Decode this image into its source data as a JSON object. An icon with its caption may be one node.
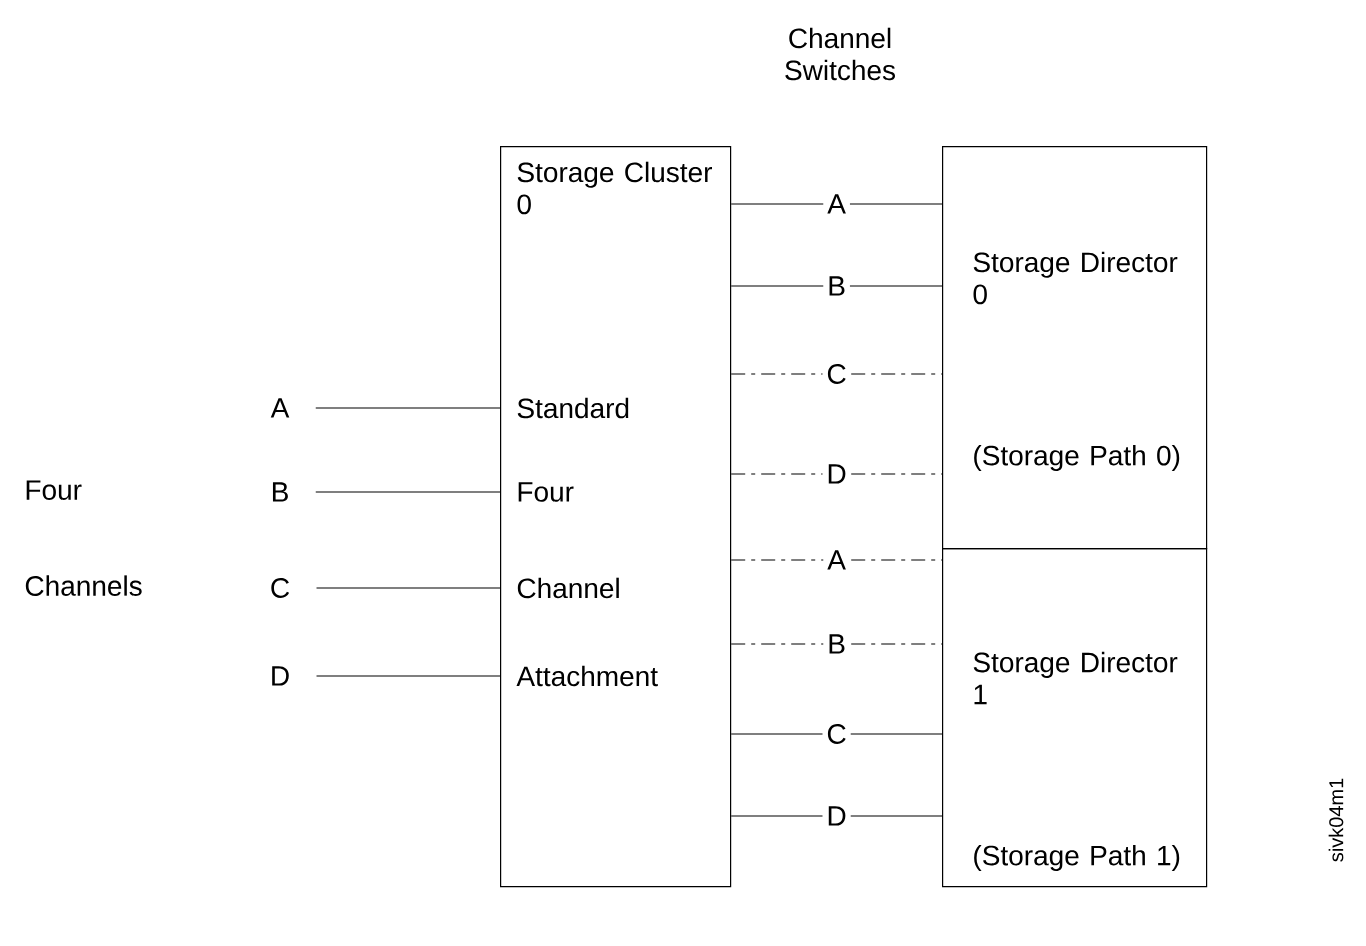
{
  "diagram": {
    "nodes": [
      {
        "text": [
          "Storage Cluster 0",
          "Standard",
          "Four",
          "Channel",
          "Attachment"
        ]
      },
      {
        "text": [
          "Storage Director 0",
          "(Storage Path 0)"
        ]
      },
      {
        "text": [
          "Storage Director 1",
          "(Storage Path 1)"
        ]
      },
      {
        "text": [
          "A"
        ]
      },
      {
        "text": [
          "B"
        ]
      },
      {
        "text": [
          "C"
        ]
      },
      {
        "text": [
          "D"
        ]
      }
    ],
    "edges": [
      {
        "from": 3,
        "to": 0,
        "arrow": "none"
      },
      {
        "from": 4,
        "to": 0,
        "arrow": "none"
      },
      {
        "from": 5,
        "to": 0,
        "arrow": "none"
      },
      {
        "from": 6,
        "to": 0,
        "arrow": "none"
      },
      {
        "from": 0,
        "to": 1,
        "arrow": "none",
        "label": "A"
      },
      {
        "from": 0,
        "to": 1,
        "arrow": "none",
        "label": "B"
      },
      {
        "from": 0,
        "to": 1,
        "arrow": "none",
        "label": "C",
        "style": "dashed"
      },
      {
        "from": 0,
        "to": 1,
        "arrow": "none",
        "label": "D",
        "style": "dashed"
      },
      {
        "from": 0,
        "to": 2,
        "arrow": "none",
        "label": "A",
        "style": "dashed"
      },
      {
        "from": 0,
        "to": 2,
        "arrow": "none",
        "label": "B",
        "style": "dashed"
      },
      {
        "from": 0,
        "to": 2,
        "arrow": "none",
        "label": "C"
      },
      {
        "from": 0,
        "to": 2,
        "arrow": "none",
        "label": "D"
      }
    ],
    "labels": [
      "Channel Switches",
      "Four Channels",
      "sivk04m1"
    ]
  }
}
